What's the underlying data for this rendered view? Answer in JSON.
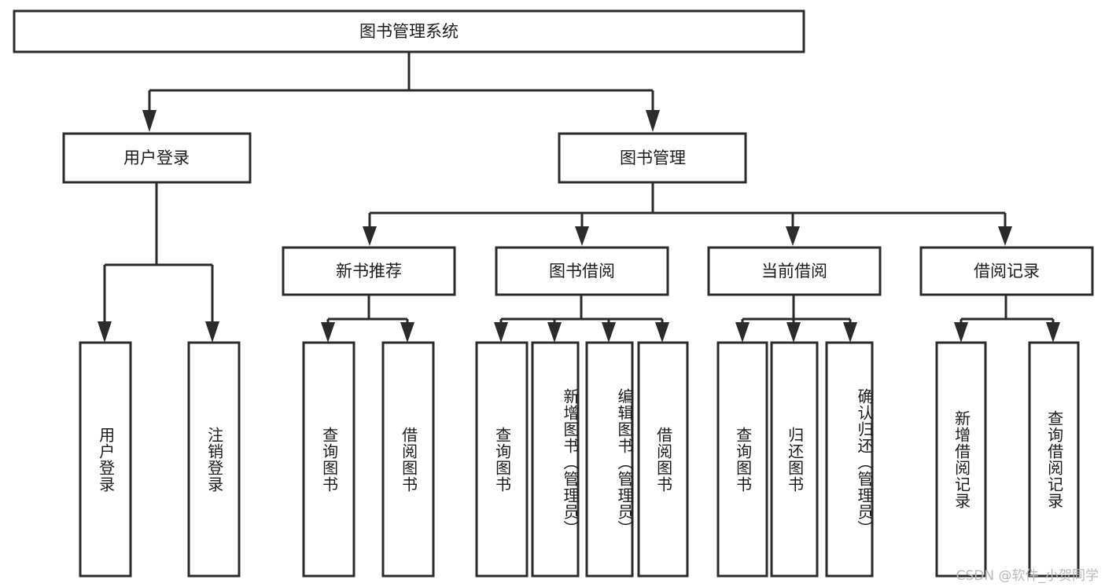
{
  "diagram": {
    "type": "tree-hierarchy-chart",
    "title": "图书管理系统",
    "watermark": "CSDN @软件_小贺同学",
    "colors": {
      "stroke": "#2b2b2b",
      "fill": "#ffffff",
      "text": "#1b1b1b",
      "watermark": "#b9b9b9",
      "background": "#ffffff"
    },
    "nodes": {
      "root": {
        "label": "图书管理系统",
        "level": 0,
        "orientation": "horizontal"
      },
      "level1": [
        {
          "id": "user-login",
          "label": "用户登录",
          "orientation": "horizontal"
        },
        {
          "id": "book-management",
          "label": "图书管理",
          "orientation": "horizontal"
        }
      ],
      "level2": [
        {
          "id": "new-book-recommend",
          "label": "新书推荐",
          "parent": "book-management",
          "orientation": "horizontal"
        },
        {
          "id": "book-borrow",
          "label": "图书借阅",
          "parent": "book-management",
          "orientation": "horizontal"
        },
        {
          "id": "current-borrow",
          "label": "当前借阅",
          "parent": "book-management",
          "orientation": "horizontal"
        },
        {
          "id": "borrow-record",
          "label": "借阅记录",
          "parent": "book-management",
          "orientation": "horizontal"
        }
      ],
      "leaves": [
        {
          "id": "leaf-user-login",
          "label": "用户登录",
          "parent": "user-login",
          "orientation": "vertical"
        },
        {
          "id": "leaf-logout-login",
          "label": "注销登录",
          "parent": "user-login",
          "orientation": "vertical"
        },
        {
          "id": "leaf-query-book-rec",
          "label": "查询图书",
          "parent": "new-book-recommend",
          "orientation": "vertical"
        },
        {
          "id": "leaf-borrow-book-rec",
          "label": "借阅图书",
          "parent": "new-book-recommend",
          "orientation": "vertical"
        },
        {
          "id": "leaf-query-book-borrow",
          "label": "查询图书",
          "parent": "book-borrow",
          "orientation": "vertical"
        },
        {
          "id": "leaf-add-book-admin",
          "label": "新增图书（管理员）",
          "parent": "book-borrow",
          "orientation": "vertical"
        },
        {
          "id": "leaf-edit-book-admin",
          "label": "编辑图书（管理员）",
          "parent": "book-borrow",
          "orientation": "vertical"
        },
        {
          "id": "leaf-borrow-book",
          "label": "借阅图书",
          "parent": "book-borrow",
          "orientation": "vertical"
        },
        {
          "id": "leaf-query-book-current",
          "label": "查询图书",
          "parent": "current-borrow",
          "orientation": "vertical"
        },
        {
          "id": "leaf-return-book",
          "label": "归还图书",
          "parent": "current-borrow",
          "orientation": "vertical"
        },
        {
          "id": "leaf-confirm-return-admin",
          "label": "确认归还（管理员）",
          "parent": "current-borrow",
          "orientation": "vertical"
        },
        {
          "id": "leaf-add-borrow-record",
          "label": "新增借阅记录",
          "parent": "borrow-record",
          "orientation": "vertical"
        },
        {
          "id": "leaf-query-borrow-record",
          "label": "查询借阅记录",
          "parent": "borrow-record",
          "orientation": "vertical"
        }
      ]
    }
  }
}
